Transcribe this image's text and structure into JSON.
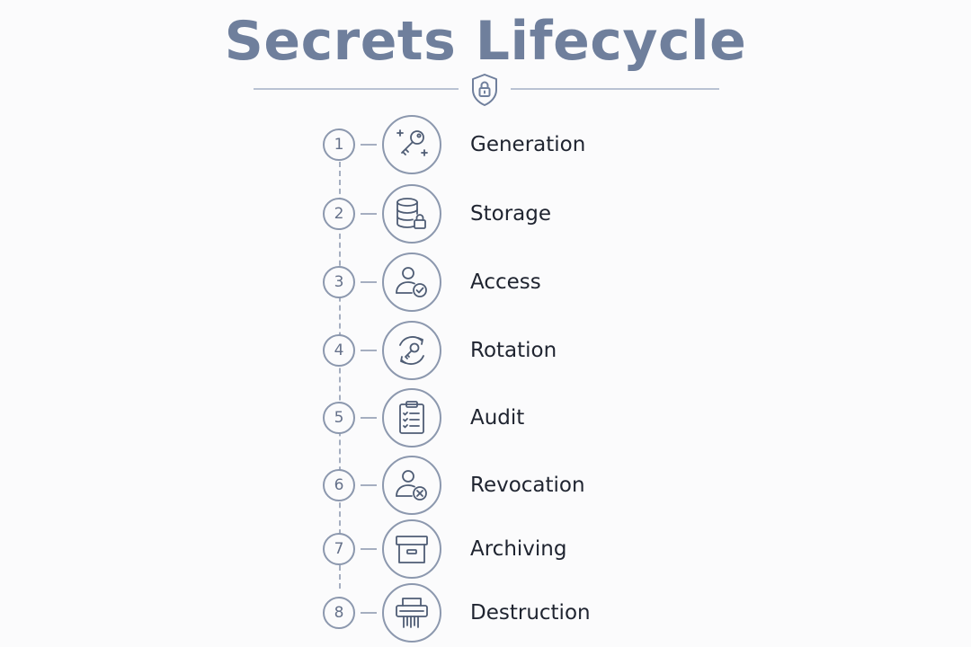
{
  "title": "Secrets Lifecycle",
  "colors": {
    "accent": "#6f7f9c",
    "stroke": "#8c98ae",
    "text": "#1f2430"
  },
  "steps": [
    {
      "number": "1",
      "label": "Generation",
      "icon": "key-sparkle-icon"
    },
    {
      "number": "2",
      "label": "Storage",
      "icon": "database-lock-icon"
    },
    {
      "number": "3",
      "label": "Access",
      "icon": "user-check-icon"
    },
    {
      "number": "4",
      "label": "Rotation",
      "icon": "key-rotate-icon"
    },
    {
      "number": "5",
      "label": "Audit",
      "icon": "clipboard-checklist-icon"
    },
    {
      "number": "6",
      "label": "Revocation",
      "icon": "user-remove-icon"
    },
    {
      "number": "7",
      "label": "Archiving",
      "icon": "archive-box-icon"
    },
    {
      "number": "8",
      "label": "Destruction",
      "icon": "shredder-icon"
    }
  ]
}
